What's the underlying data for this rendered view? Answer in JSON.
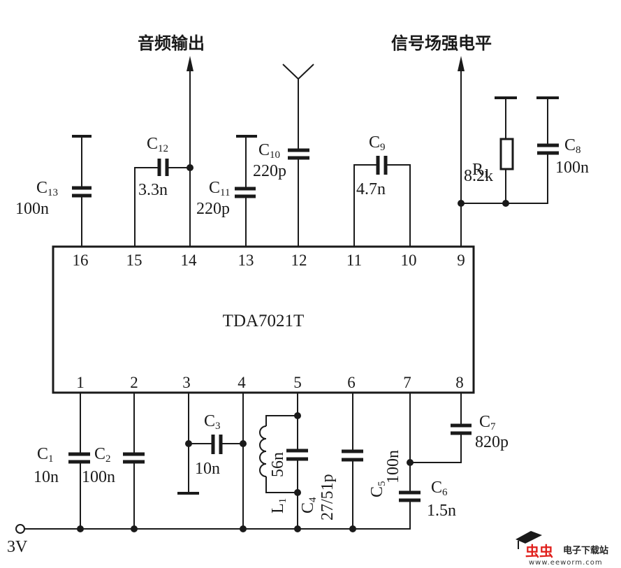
{
  "title_audio_out": "音频输出",
  "title_signal_level": "信号场强电平",
  "ic": {
    "part": "TDA7021T",
    "top_pins": [
      "16",
      "15",
      "14",
      "13",
      "12",
      "11",
      "10",
      "9"
    ],
    "bottom_pins": [
      "1",
      "2",
      "3",
      "4",
      "5",
      "6",
      "7",
      "8"
    ]
  },
  "supply": {
    "label": "3V"
  },
  "components": {
    "C1": {
      "ref": "C",
      "sub": "1",
      "value": "10n"
    },
    "C2": {
      "ref": "C",
      "sub": "2",
      "value": "100n"
    },
    "C3": {
      "ref": "C",
      "sub": "3",
      "value": "10n"
    },
    "C4": {
      "ref": "C",
      "sub": "4",
      "value": "27/51p"
    },
    "C5": {
      "ref": "C",
      "sub": "5",
      "value": "100n"
    },
    "C6": {
      "ref": "C",
      "sub": "6",
      "value": "1.5n"
    },
    "C7": {
      "ref": "C",
      "sub": "7",
      "value": "820p"
    },
    "C8": {
      "ref": "C",
      "sub": "8",
      "value": "100n"
    },
    "C9": {
      "ref": "C",
      "sub": "9",
      "value": "4.7n"
    },
    "C10": {
      "ref": "C",
      "sub": "10",
      "value": "220p"
    },
    "C11": {
      "ref": "C",
      "sub": "11",
      "value": "220p"
    },
    "C12": {
      "ref": "C",
      "sub": "12",
      "value": "3.3n"
    },
    "C13": {
      "ref": "C",
      "sub": "13",
      "value": "100n"
    },
    "R1": {
      "ref": "R",
      "sub": "1",
      "value": "8.2k"
    },
    "L1": {
      "ref": "L",
      "sub": "1",
      "value": "56n"
    }
  },
  "watermark": {
    "logo_text": "虫虫",
    "site_name": "电子下载站",
    "url": "www.eeworm.com",
    "logo_color": "#e0201c"
  }
}
